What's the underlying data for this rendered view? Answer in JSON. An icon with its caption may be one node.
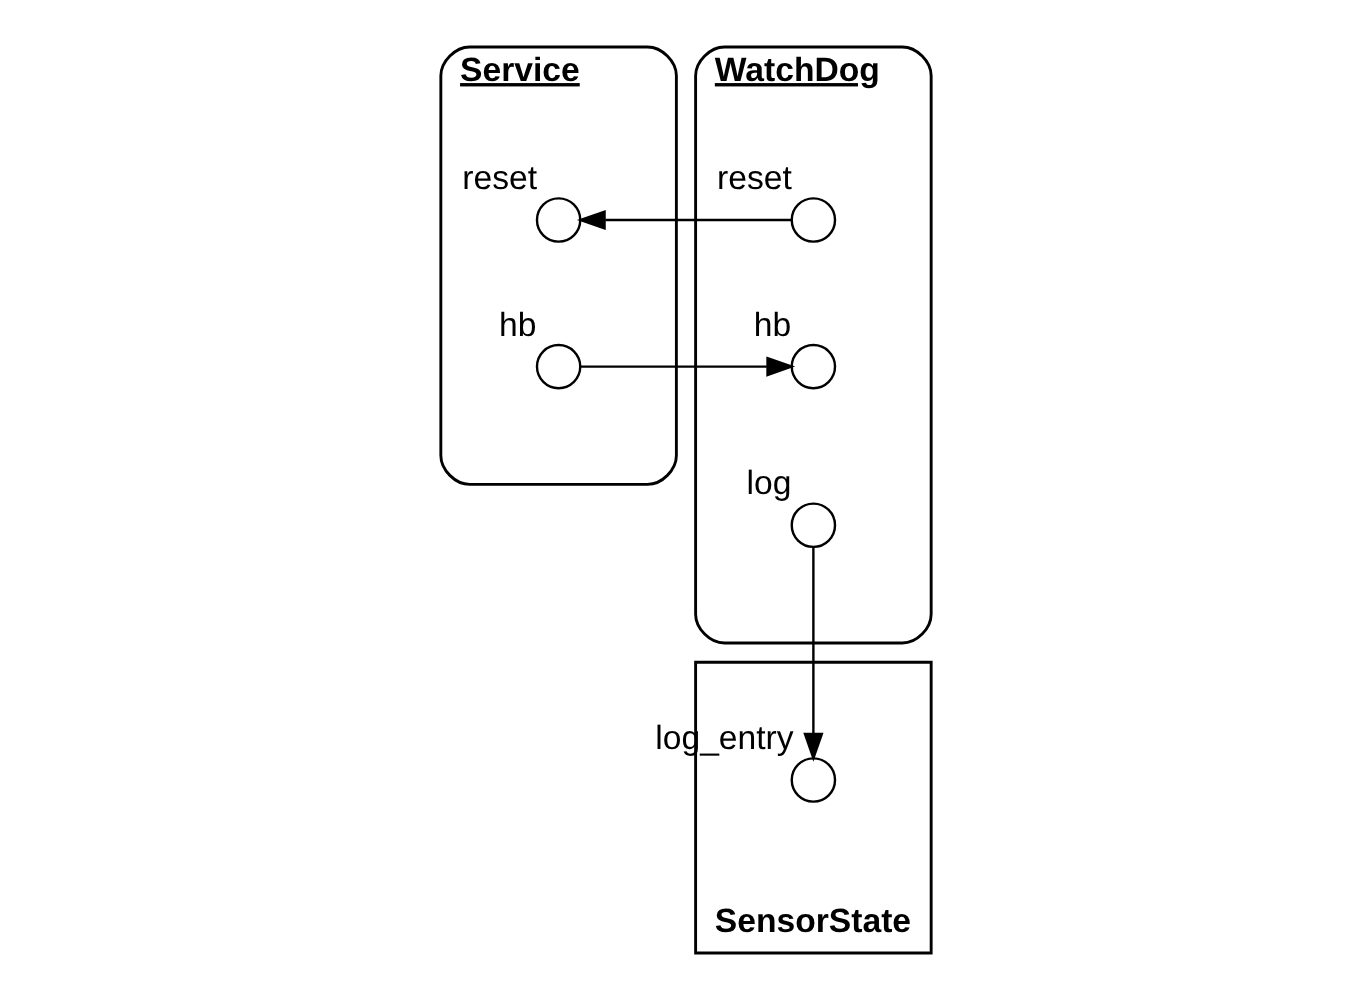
{
  "diagram": {
    "nodes": [
      {
        "text": [
          "Service"
        ]
      },
      {
        "text": [
          "WatchDog"
        ]
      },
      {
        "text": [
          "SensorState"
        ]
      },
      {
        "text": [],
        "shape": "circle",
        "in": 0,
        "beside": [
          "reset"
        ]
      },
      {
        "text": [],
        "shape": "circle",
        "in": 0,
        "beside": [
          "hb"
        ]
      },
      {
        "text": [],
        "shape": "circle",
        "in": 1,
        "beside": [
          "reset"
        ]
      },
      {
        "text": [],
        "shape": "circle",
        "in": 1,
        "beside": [
          "hb"
        ]
      },
      {
        "text": [],
        "shape": "circle",
        "in": 1,
        "beside": [
          "log"
        ]
      },
      {
        "text": [],
        "shape": "circle",
        "in": 2,
        "beside": [
          "log_entry"
        ]
      }
    ],
    "edges": [
      {
        "from": 5,
        "to": 3,
        "arrow": "to"
      },
      {
        "from": 4,
        "to": 6,
        "arrow": "to"
      },
      {
        "from": 7,
        "to": 8,
        "arrow": "to"
      }
    ]
  }
}
